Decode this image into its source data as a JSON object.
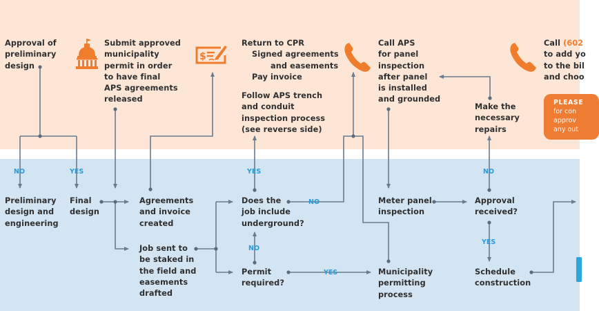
{
  "colors": {
    "peach_band": "#fde6d6",
    "blue_band": "#d3e4f3",
    "connector": "#6b7a8c",
    "decision_label": "#2b9ad8",
    "accent_orange": "#f07d2e",
    "text": "#2f2f2f"
  },
  "top_steps": {
    "approval_preliminary": [
      "Approval of",
      "preliminary",
      "design"
    ],
    "submit_permit": [
      "Submit approved",
      "municipality",
      "permit in order",
      "to have final",
      "APS agreements",
      "released"
    ],
    "return_cpr": {
      "title": "Return to CPR",
      "items": [
        "Signed agreements",
        "and easements",
        "Pay invoice"
      ]
    },
    "follow_trench": [
      "Follow APS trench",
      "and conduit",
      "inspection process",
      "(see reverse side)"
    ],
    "call_aps_panel": [
      "Call APS",
      "for panel",
      "inspection",
      "after panel",
      "is installed",
      "and grounded"
    ],
    "make_repairs": [
      "Make the",
      "necessary",
      "repairs"
    ],
    "call_billing": {
      "prefix": "Call ",
      "phone": "(602",
      "lines": [
        "to add yo",
        "to the bil",
        "and choo"
      ]
    },
    "please_box": {
      "heading": "PLEASE",
      "lines": [
        "for con",
        "approv",
        "any out"
      ]
    }
  },
  "bottom_steps": {
    "preliminary_engineering": [
      "Preliminary",
      "design and",
      "engineering"
    ],
    "final_design": [
      "Final",
      "design"
    ],
    "agreements_invoice": [
      "Agreements",
      "and invoice",
      "created"
    ],
    "job_staked": [
      "Job sent to",
      "be staked in",
      "the field and",
      "easements",
      "drafted"
    ],
    "underground_question": [
      "Does the",
      "job include",
      "underground?"
    ],
    "permit_question": [
      "Permit",
      "required?"
    ],
    "meter_inspection": [
      "Meter panel",
      "inspection"
    ],
    "municipality_permitting": [
      "Municipality",
      "permitting",
      "process"
    ],
    "approval_received": [
      "Approval",
      "received?"
    ],
    "schedule_construction": [
      "Schedule",
      "construction"
    ]
  },
  "decision_labels": {
    "prelim_no": "NO",
    "prelim_yes": "YES",
    "underground_yes": "YES",
    "underground_no": "NO",
    "permit_no": "NO",
    "permit_yes": "YES",
    "approval_no": "NO",
    "approval_yes": "YES"
  },
  "icons": {
    "capitol": "capitol-building-icon",
    "check": "check-payment-icon",
    "phone1": "phone-icon",
    "phone2": "phone-icon"
  }
}
